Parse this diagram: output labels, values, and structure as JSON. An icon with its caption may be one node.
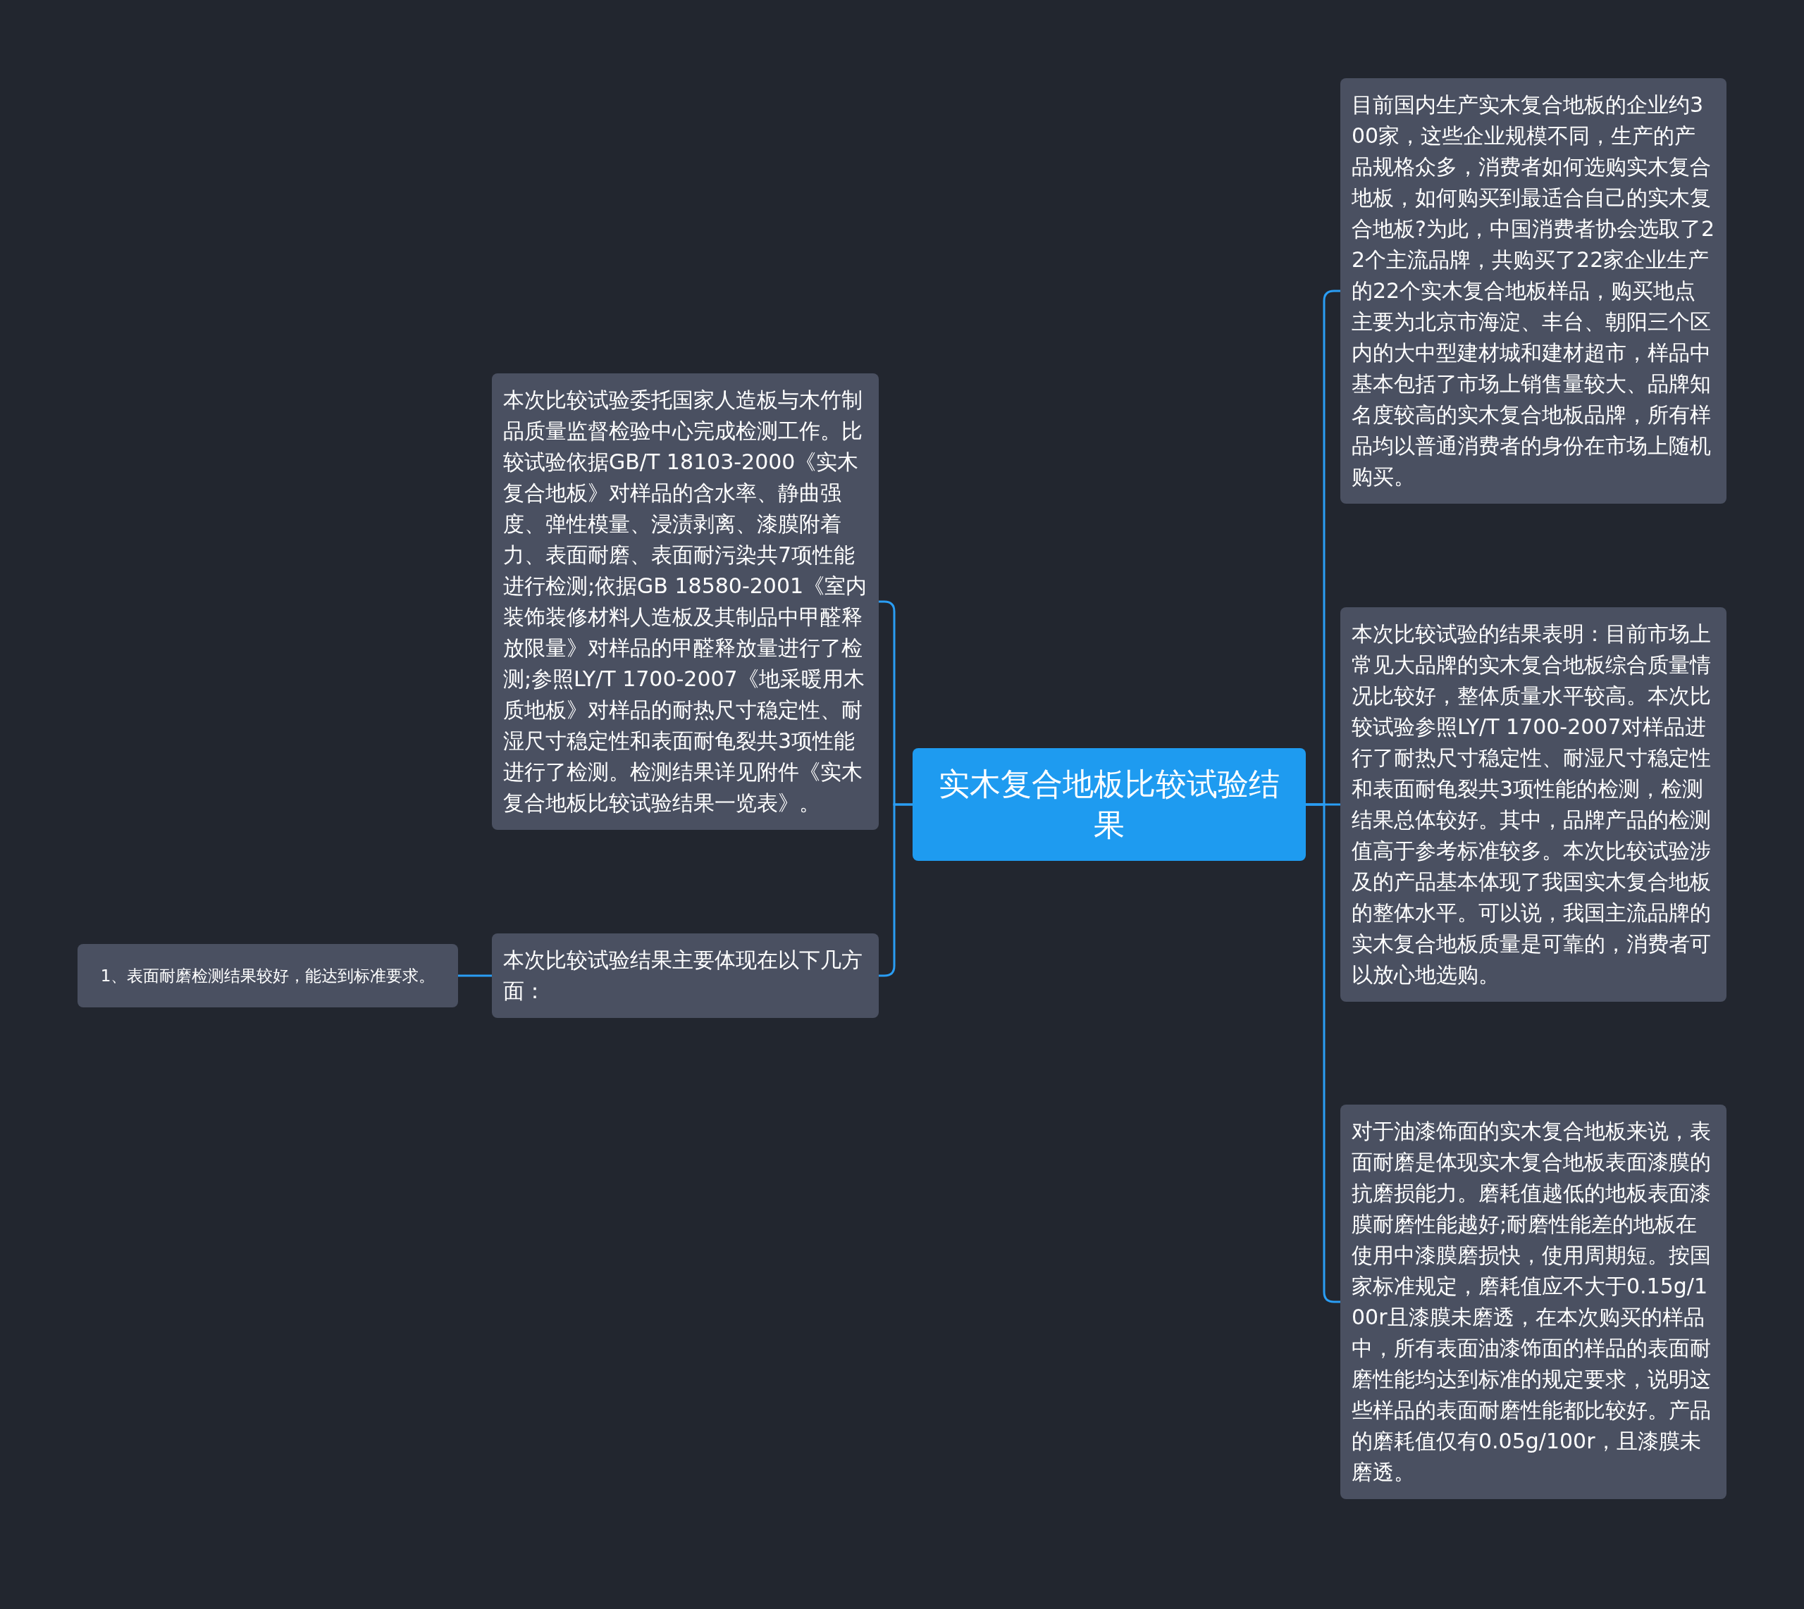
{
  "diagram": {
    "nodes": [
      {
        "text": [
          "实木复合地板比较试验结果"
        ]
      },
      {
        "text": [
          "本次比较试验委托国家人造板与木竹制品质量监督检验中心完成检测工作。比较试验依据GB/T 18103-2000《实木复合地板》对样品的含水率、静曲强度、弹性模量、浸渍剥离、漆膜附着力、表面耐磨、表面耐污染共7项性能进行检测;依据GB 18580-2001《室内装饰装修材料人造板及其制品中甲醛释放限量》对样品的甲醛释放量进行了检测;参照LY/T 1700-2007《地采暖用木质地板》对样品的耐热尺寸稳定性、耐湿尺寸稳定性和表面耐龟裂共3项性能进行了检测。检测结果详见附件《实木复合地板比较试验结果一览表》。"
        ]
      },
      {
        "text": [
          "本次比较试验结果主要体现在以下几方面："
        ]
      },
      {
        "text": [
          "1、表面耐磨检测结果较好，能达到标准要求。"
        ]
      },
      {
        "text": [
          "目前国内生产实木复合地板的企业约300家，这些企业规模不同，生产的产品规格众多，消费者如何选购实木复合地板，如何购买到最适合自己的实木复合地板?为此，中国消费者协会选取了22个主流品牌，共购买了22家企业生产的22个实木复合地板样品，购买地点主要为北京市海淀、丰台、朝阳三个区内的大中型建材城和建材超市，样品中基本包括了市场上销售量较大、品牌知名度较高的实木复合地板品牌，所有样品均以普通消费者的身份在市场上随机购买。"
        ]
      },
      {
        "text": [
          "本次比较试验的结果表明：目前市场上常见大品牌的实木复合地板综合质量情况比较好，整体质量水平较高。本次比较试验参照LY/T 1700-2007对样品进行了耐热尺寸稳定性、耐湿尺寸稳定性和表面耐龟裂共3项性能的检测，检测结果总体较好。其中，品牌产品的检测值高于参考标准较多。本次比较试验涉及的产品基本体现了我国实木复合地板的整体水平。可以说，我国主流品牌的实木复合地板质量是可靠的，消费者可以放心地选购。"
        ]
      },
      {
        "text": [
          "对于油漆饰面的实木复合地板来说，表面耐磨是体现实木复合地板表面漆膜的抗磨损能力。磨耗值越低的地板表面漆膜耐磨性能越好;耐磨性能差的地板在使用中漆膜磨损快，使用周期短。按国家标准规定，磨耗值应不大于0.15g/100r且漆膜未磨透，在本次购买的样品中，所有表面油漆饰面的样品的表面耐磨性能均达到标准的规定要求，说明这些样品的表面耐磨性能都比较好。产品的磨耗值仅有0.05g/100r，且漆膜未磨透。"
        ]
      }
    ],
    "edges": [
      {
        "from": 0,
        "to": 1,
        "arrow": "none"
      },
      {
        "from": 0,
        "to": 2,
        "arrow": "none"
      },
      {
        "from": 2,
        "to": 3,
        "arrow": "none"
      },
      {
        "from": 0,
        "to": 4,
        "arrow": "none"
      },
      {
        "from": 0,
        "to": 5,
        "arrow": "none"
      },
      {
        "from": 0,
        "to": 6,
        "arrow": "none"
      }
    ]
  }
}
